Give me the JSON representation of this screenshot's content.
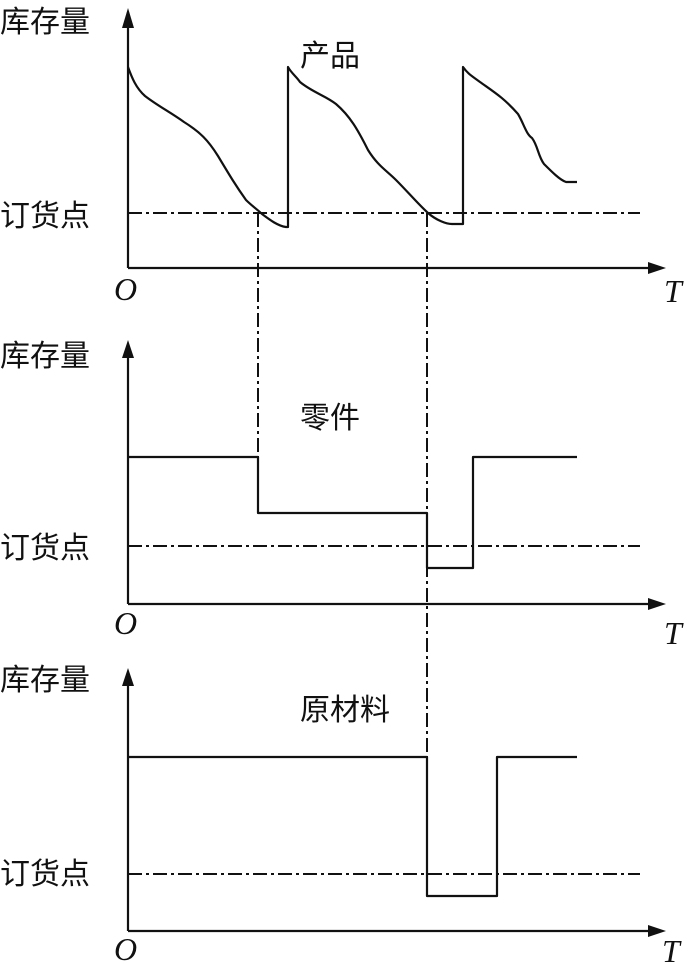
{
  "figure": {
    "panels": [
      {
        "id": "product",
        "title": "产品",
        "y_label": "库存量",
        "reorder_label": "订货点",
        "origin_label": "O",
        "x_label": "T"
      },
      {
        "id": "part",
        "title": "零件",
        "y_label": "库存量",
        "reorder_label": "订货点",
        "origin_label": "O",
        "x_label": "T"
      },
      {
        "id": "raw-material",
        "title": "原材料",
        "y_label": "库存量",
        "reorder_label": "订货点",
        "origin_label": "O",
        "x_label": "T"
      }
    ],
    "colors": {
      "line": "#111111",
      "background": "#ffffff"
    }
  }
}
